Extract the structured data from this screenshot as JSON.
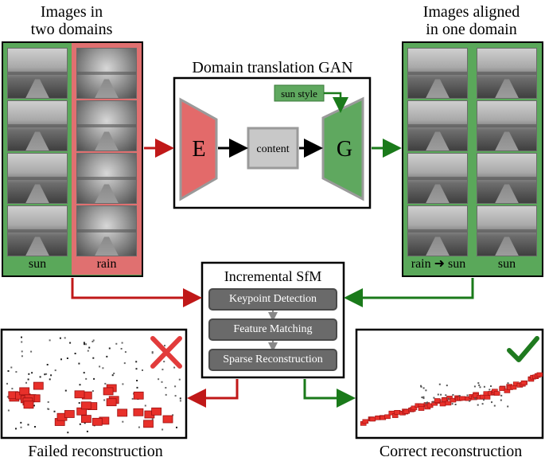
{
  "left_caption": {
    "line1": "Images in",
    "line2": "two domains"
  },
  "right_caption": {
    "line1": "Images aligned",
    "line2": "in one domain"
  },
  "left_panel": {
    "col1_label": "sun",
    "col2_label": "rain"
  },
  "right_panel": {
    "col1_from": "rain",
    "col1_to": "sun",
    "col2_label": "sun"
  },
  "gan": {
    "title": "Domain translation GAN",
    "encoder": "E",
    "content": "content",
    "generator": "G",
    "style": "sun style"
  },
  "sfm": {
    "title": "Incremental SfM",
    "steps": [
      "Keypoint Detection",
      "Feature Matching",
      "Sparse Reconstruction"
    ]
  },
  "results": {
    "failed": "Failed reconstruction",
    "correct": "Correct reconstruction"
  },
  "colors": {
    "sun_green": "#5aa85a",
    "rain_red": "#e06a6a",
    "arrow_red": "#c01818",
    "arrow_green": "#1a7a1a",
    "encoder_fill": "#e36a6a",
    "generator_fill": "#5fa85f",
    "content_fill": "#c8c8c8"
  },
  "icons": {
    "failed_mark": "cross-icon",
    "correct_mark": "check-icon"
  }
}
